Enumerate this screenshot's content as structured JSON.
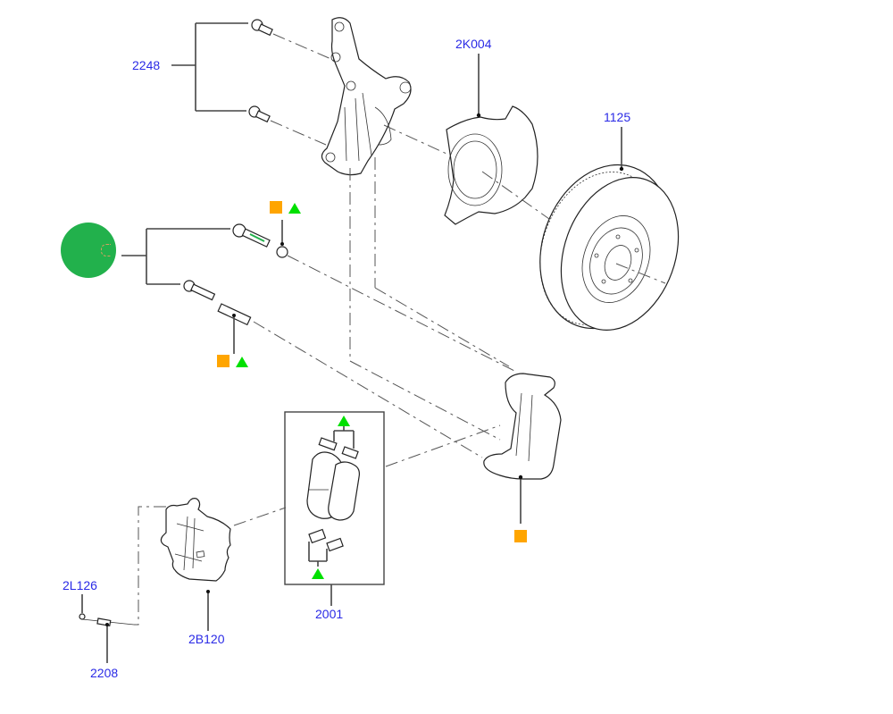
{
  "diagram": {
    "title": "Front brake assembly exploded view",
    "callouts": {
      "bolts_knuckle": "2248",
      "splash_shield": "2K004",
      "brake_disc": "1125",
      "pad_kit": "2001",
      "caliper": "2B120",
      "bleed_cap": "2L126",
      "bleed_screw": "2208"
    },
    "symbols": {
      "square_color": "#ffa500",
      "triangle_color": "#00e000",
      "marker_color": "#22b14c",
      "callout_color": "#2a2ae6"
    },
    "icons": {
      "square": "orange-square-icon",
      "triangle": "green-triangle-icon",
      "marker": "green-circle-marker-icon"
    }
  }
}
